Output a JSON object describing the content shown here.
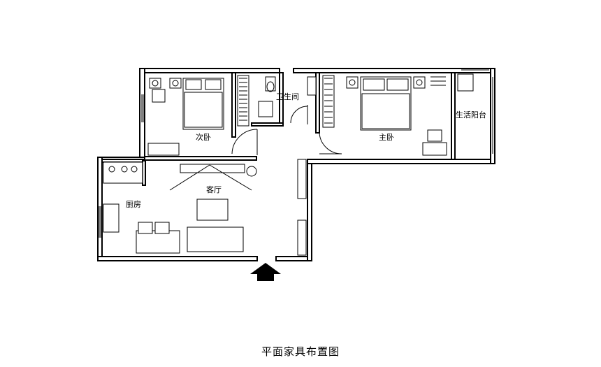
{
  "rooms": {
    "second_bedroom": "次卧",
    "bathroom": "卫生间",
    "master_bedroom": "主卧",
    "balcony": "生活阳台",
    "living_room": "客厅",
    "kitchen": "厨房"
  },
  "caption": "平面家具布置图",
  "entrance_arrow": "entrance-arrow-icon",
  "colors": {
    "line": "#000000",
    "background": "#ffffff"
  }
}
